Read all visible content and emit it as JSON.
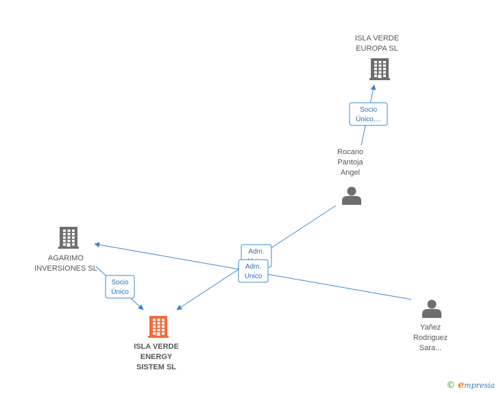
{
  "diagram": {
    "colors": {
      "edge": "#3a86d4",
      "company": "#6e6e6e",
      "focus_company": "#f26b3a",
      "person": "#6e6e6e",
      "label_text": "#555555",
      "edge_label_text": "#2a6fb0"
    },
    "nodes": [
      {
        "id": "isla-verde-europa",
        "type": "company",
        "icon": "building-icon",
        "label_lines": [
          "ISLA VERDE",
          "EUROPA  SL"
        ]
      },
      {
        "id": "rocano",
        "type": "person",
        "icon": "person-icon",
        "label_lines": [
          "Rocano",
          "Pantoja",
          "Angel"
        ]
      },
      {
        "id": "agarimo",
        "type": "company",
        "icon": "building-icon",
        "label_lines": [
          "AGARIMO",
          "INVERSIONES SL"
        ]
      },
      {
        "id": "isla-verde-energy",
        "type": "focus-company",
        "icon": "building-icon",
        "label_lines": [
          "ISLA VERDE",
          "ENERGY",
          "SISTEM SL"
        ]
      },
      {
        "id": "yanez",
        "type": "person",
        "icon": "person-icon",
        "label_lines": [
          "Yañez",
          "Rodriguez",
          "Sara..."
        ]
      }
    ],
    "edges": [
      {
        "id": "rocano-to-europa",
        "from": "rocano",
        "to": "isla-verde-europa",
        "label_lines": [
          "Socio",
          "Único,..."
        ]
      },
      {
        "id": "rocano-to-energy",
        "from": "rocano",
        "to": "isla-verde-energy",
        "label_lines": [
          "Adm.",
          "Unico"
        ]
      },
      {
        "id": "yanez-to-agarimo",
        "from": "yanez",
        "to": "agarimo",
        "label_lines": [
          "Adm.",
          "Unico"
        ]
      },
      {
        "id": "agarimo-to-energy",
        "from": "agarimo",
        "to": "isla-verde-energy",
        "label_lines": [
          "Socio",
          "Único"
        ]
      }
    ]
  },
  "footer": {
    "copyright_symbol": "©",
    "brand_initial": "e",
    "brand_rest": "mpresia"
  }
}
